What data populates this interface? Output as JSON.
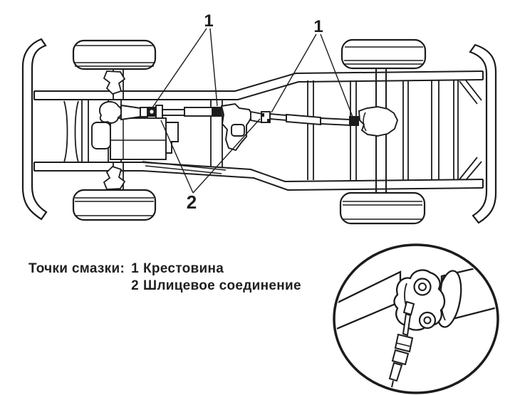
{
  "colors": {
    "ink": "#1c1c1c",
    "background": "#ffffff"
  },
  "callouts": {
    "front_driveshaft_joints": "1",
    "rear_driveshaft_joints": "1",
    "spline_joints": "2"
  },
  "caption": {
    "prefix": "Точки смазки:",
    "items": [
      {
        "num": "1",
        "text": "Крестовина"
      },
      {
        "num": "2",
        "text": "Шлицевое соединение"
      }
    ]
  }
}
